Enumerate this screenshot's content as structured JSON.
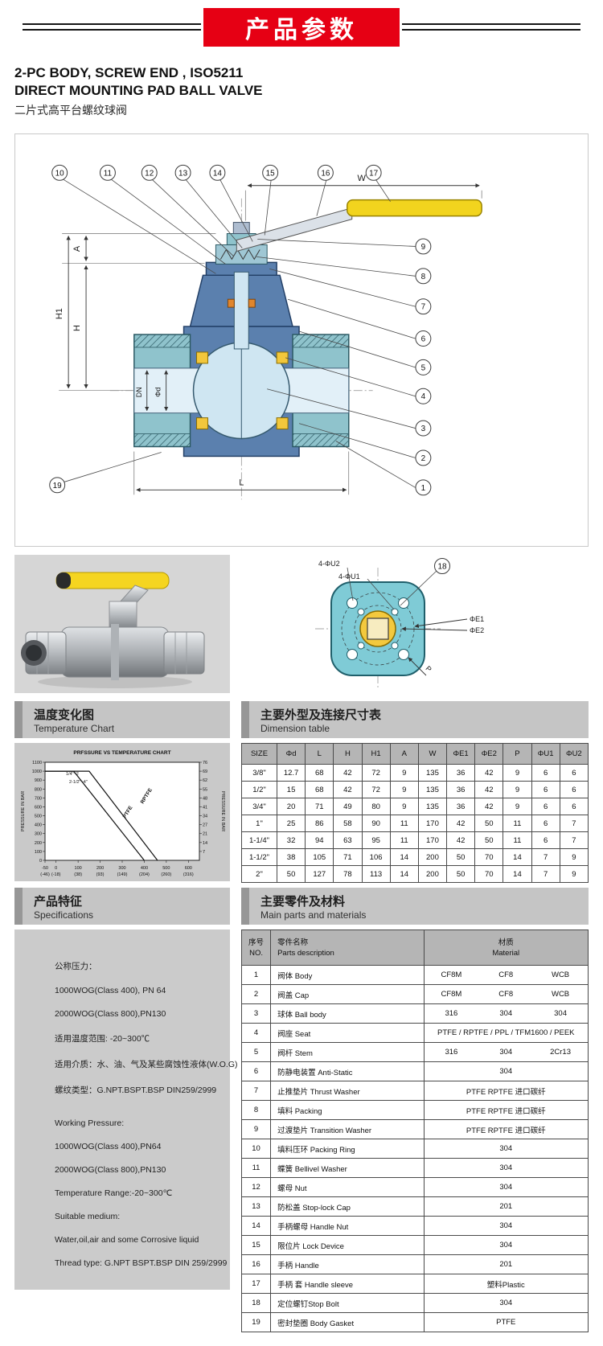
{
  "header": {
    "banner": "产品参数"
  },
  "title": {
    "line1": "2-PC BODY, SCREW END , ISO5211",
    "line2": "DIRECT MOUNTING PAD BALL VALVE",
    "line3": "二片式高平台螺纹球阀"
  },
  "diagram": {
    "callouts_top": [
      "10",
      "11",
      "12",
      "13",
      "14",
      "15",
      "16",
      "17"
    ],
    "callouts_right": [
      "9",
      "8",
      "7",
      "6",
      "5",
      "4",
      "3",
      "2",
      "1"
    ],
    "callout_19": "19",
    "dims": {
      "w": "W",
      "a": "A",
      "h1": "H1",
      "h": "H",
      "dn": "DN",
      "fd": "Φd",
      "l": "L"
    }
  },
  "topview": {
    "labels": {
      "u2": "4-ΦU2",
      "u1": "4-ΦU1",
      "e1": "ΦE1",
      "e2": "ΦE2",
      "p": "P"
    },
    "callout_18": "18"
  },
  "sections": {
    "temp_chart": {
      "zh": "温度变化图",
      "en": "Temperature Chart"
    },
    "dimension": {
      "zh": "主要外型及连接尺寸表",
      "en": "Dimension table"
    },
    "specs": {
      "zh": "产品特征",
      "en": "Specifications"
    },
    "parts": {
      "zh": "主要零件及材料",
      "en": "Main parts and materials"
    }
  },
  "chart_data": {
    "type": "line",
    "title": "PRFSSURE VS TEMPERATURE CHART",
    "ylabel_left": "PRESSURE IN BAR",
    "ylabel_right": "PRESSURE IN BAR",
    "y_left_ticks": [
      1100,
      1000,
      900,
      800,
      700,
      600,
      500,
      400,
      300,
      200,
      100,
      0
    ],
    "y_right_ticks": [
      76,
      69,
      62,
      55,
      48,
      41,
      34,
      27,
      21,
      14,
      7
    ],
    "x_values": [
      -50,
      0,
      100,
      200,
      300,
      400,
      500,
      600
    ],
    "x_ticks_f": [
      "-50",
      "0",
      "100",
      "200",
      "300",
      "400",
      "500",
      "600"
    ],
    "x_ticks_c": [
      "(-46)",
      "(-18)",
      "(38)",
      "(93)",
      "(149)",
      "(204)",
      "(260)",
      "(316)"
    ],
    "annotations": [
      "1/4\"~2",
      "2-1/2\"~4\""
    ],
    "ylim": [
      0,
      1100
    ],
    "xlim": [
      -50,
      650
    ],
    "legend_position": "on-line",
    "grid": false,
    "series": [
      {
        "name": "RPTFE",
        "points": [
          [
            -50,
            1000
          ],
          [
            150,
            1000
          ],
          [
            460,
            0
          ]
        ]
      },
      {
        "name": "PTFE",
        "points": [
          [
            -50,
            1000
          ],
          [
            80,
            1000
          ],
          [
            400,
            0
          ]
        ]
      }
    ]
  },
  "dimension_table": {
    "headers": [
      "SIZE",
      "Φd",
      "L",
      "H",
      "H1",
      "A",
      "W",
      "ΦE1",
      "ΦE2",
      "P",
      "ΦU1",
      "ΦU2"
    ],
    "rows": [
      [
        "3/8\"",
        "12.7",
        "68",
        "42",
        "72",
        "9",
        "135",
        "36",
        "42",
        "9",
        "6",
        "6"
      ],
      [
        "1/2\"",
        "15",
        "68",
        "42",
        "72",
        "9",
        "135",
        "36",
        "42",
        "9",
        "6",
        "6"
      ],
      [
        "3/4\"",
        "20",
        "71",
        "49",
        "80",
        "9",
        "135",
        "36",
        "42",
        "9",
        "6",
        "6"
      ],
      [
        "1\"",
        "25",
        "86",
        "58",
        "90",
        "11",
        "170",
        "42",
        "50",
        "11",
        "6",
        "7"
      ],
      [
        "1-1/4\"",
        "32",
        "94",
        "63",
        "95",
        "11",
        "170",
        "42",
        "50",
        "11",
        "6",
        "7"
      ],
      [
        "1-1/2\"",
        "38",
        "105",
        "71",
        "106",
        "14",
        "200",
        "50",
        "70",
        "14",
        "7",
        "9"
      ],
      [
        "2\"",
        "50",
        "127",
        "78",
        "113",
        "14",
        "200",
        "50",
        "70",
        "14",
        "7",
        "9"
      ]
    ]
  },
  "specs": {
    "zh_lines": [
      "公称压力：",
      "1000WOG(Class 400), PN 64",
      "2000WOG(Class 800),PN130",
      "适用温度范围: -20~300℃",
      "适用介质：水、油、气及某些腐蚀性液体(W.O.G)",
      "螺纹类型：G.NPT.BSPT.BSP DIN259/2999"
    ],
    "en_lines": [
      "Working Pressure:",
      "1000WOG(Class 400),PN64",
      "2000WOG(Class 800),PN130",
      "Temperature Range:-20~300℃",
      "Suitable medium:",
      "Water,oil,air and some Corrosive liquid",
      "Thread type: G.NPT BSPT.BSP DIN 259/2999"
    ]
  },
  "parts_table": {
    "col_no": {
      "zh": "序号",
      "en": "NO."
    },
    "col_parts": {
      "zh": "零件名称",
      "en": "Parts  description"
    },
    "col_material": {
      "zh": "材质",
      "en": "Material"
    },
    "rows": [
      {
        "no": "1",
        "name": "阀体 Body",
        "materials": [
          "CF8M",
          "CF8",
          "WCB"
        ]
      },
      {
        "no": "2",
        "name": "阀盖 Cap",
        "materials": [
          "CF8M",
          "CF8",
          "WCB"
        ]
      },
      {
        "no": "3",
        "name": "球体 Ball body",
        "materials": [
          "316",
          "304",
          "304"
        ]
      },
      {
        "no": "4",
        "name": "阀座 Seat",
        "materials": [
          "PTFE / RPTFE / PPL / TFM1600 / PEEK"
        ]
      },
      {
        "no": "5",
        "name": "阀杆 Stem",
        "materials": [
          "316",
          "304",
          "2Cr13"
        ]
      },
      {
        "no": "6",
        "name": "防静电装置 Anti-Static",
        "materials": [
          "304"
        ]
      },
      {
        "no": "7",
        "name": "止推垫片 Thrust Washer",
        "materials": [
          "PTFE RPTFE 进口碳纤"
        ]
      },
      {
        "no": "8",
        "name": "填料 Packing",
        "materials": [
          "PTFE RPTFE 进口碳纤"
        ]
      },
      {
        "no": "9",
        "name": "过渡垫片 Transition Washer",
        "materials": [
          "PTFE RPTFE 进口碳纤"
        ]
      },
      {
        "no": "10",
        "name": "填料压环 Packing Ring",
        "materials": [
          "304"
        ]
      },
      {
        "no": "11",
        "name": "蝶簧 Bellivel Washer",
        "materials": [
          "304"
        ]
      },
      {
        "no": "12",
        "name": "螺母  Nut",
        "materials": [
          "304"
        ]
      },
      {
        "no": "13",
        "name": "防松盖 Stop-lock Cap",
        "materials": [
          "201"
        ]
      },
      {
        "no": "14",
        "name": "手柄螺母 Handle Nut",
        "materials": [
          "304"
        ]
      },
      {
        "no": "15",
        "name": "限位片 Lock Device",
        "materials": [
          "304"
        ]
      },
      {
        "no": "16",
        "name": "手柄  Handle",
        "materials": [
          "201"
        ]
      },
      {
        "no": "17",
        "name": "手柄 套 Handle sleeve",
        "materials": [
          "塑料Plastic"
        ]
      },
      {
        "no": "18",
        "name": "定位螺钉Stop Bolt",
        "materials": [
          "304"
        ]
      },
      {
        "no": "19",
        "name": "密封垫圈 Body Gasket",
        "materials": [
          "PTFE"
        ]
      }
    ]
  }
}
